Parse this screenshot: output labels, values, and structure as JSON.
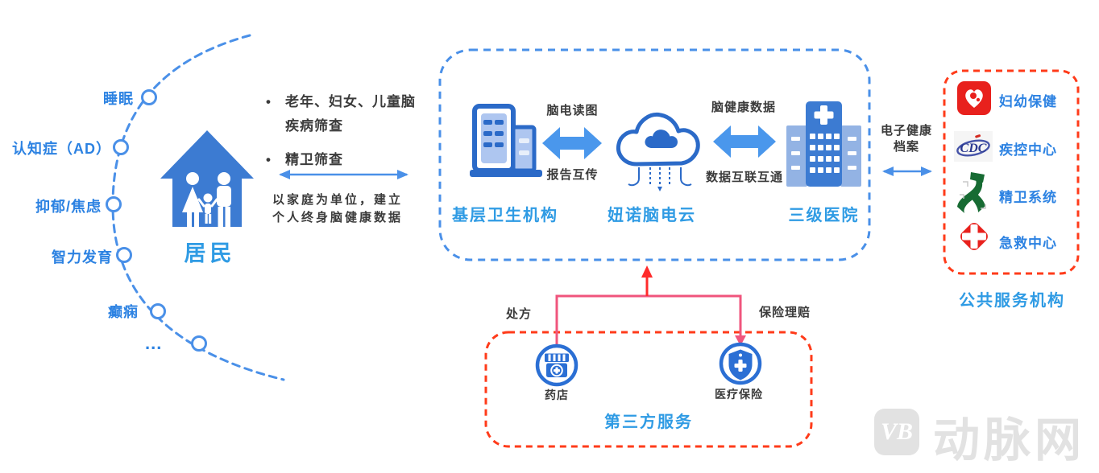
{
  "palette": {
    "dashed_blue": "#4a90e8",
    "dashed_red": "#ff3b1a",
    "section_label_blue": "#2f9be4",
    "condition_label_blue": "#2c82e2",
    "dark_text": "#3b3b3b",
    "thick_arrow_blue": "#4a97ec",
    "icon_blue_dark": "#2b6ac8",
    "icon_blue": "#3c7bd2",
    "icon_blue_light": "#93b3e4",
    "pink_connector": "#f0557d",
    "red_connector": "#ff2b2b",
    "brand_red": "#e8211d",
    "ribbon_green": "#176b33",
    "cdc_navy": "#2b3990",
    "watermark_gray": "#e2e2e2"
  },
  "resident": {
    "label": "居民",
    "icon": "house-family-icon",
    "conditions": [
      "睡眠",
      "认知症（AD）",
      "抑郁/焦虑",
      "智力发育",
      "癫痫",
      "..."
    ]
  },
  "screening": {
    "bullet": "•",
    "bullet1_line1": "老年、妇女、儿童脑",
    "bullet1_line2": "疾病筛查",
    "bullet2": "精卫筛查",
    "note_line1": "以家庭为单位，建立",
    "note_line2": "个人终身脑健康数据"
  },
  "platform": {
    "primary_care": {
      "label": "基层卫生机构",
      "icon": "clinic-building-icon"
    },
    "cloud": {
      "label": "妞诺脑电云",
      "icon": "eeg-cloud-icon"
    },
    "hospital": {
      "label": "三级医院",
      "icon": "hospital-icon"
    },
    "link1_top": "脑电读图",
    "link1_bottom": "报告互传",
    "link2_top": "脑健康数据",
    "link2_bottom": "数据互联互通"
  },
  "ehr": {
    "line1": "电子健康",
    "line2": "档案"
  },
  "public_services": {
    "title": "公共服务机构",
    "items": [
      {
        "label": "妇幼保健",
        "icon": "maternal-child-health-icon"
      },
      {
        "label": "疾控中心",
        "icon": "cdc-icon",
        "logo_text": "CDC"
      },
      {
        "label": "精卫系统",
        "icon": "mental-health-ribbon-icon"
      },
      {
        "label": "急救中心",
        "icon": "emergency-center-icon"
      }
    ]
  },
  "third_party": {
    "title": "第三方服务",
    "flow_left": "处方",
    "flow_right": "保险理赔",
    "items": [
      {
        "label": "药店",
        "icon": "pharmacy-storefront-icon"
      },
      {
        "label": "医疗保险",
        "icon": "insurance-shield-icon"
      }
    ]
  },
  "watermark": {
    "logo_text": "VB",
    "site_name": "动脉网"
  }
}
